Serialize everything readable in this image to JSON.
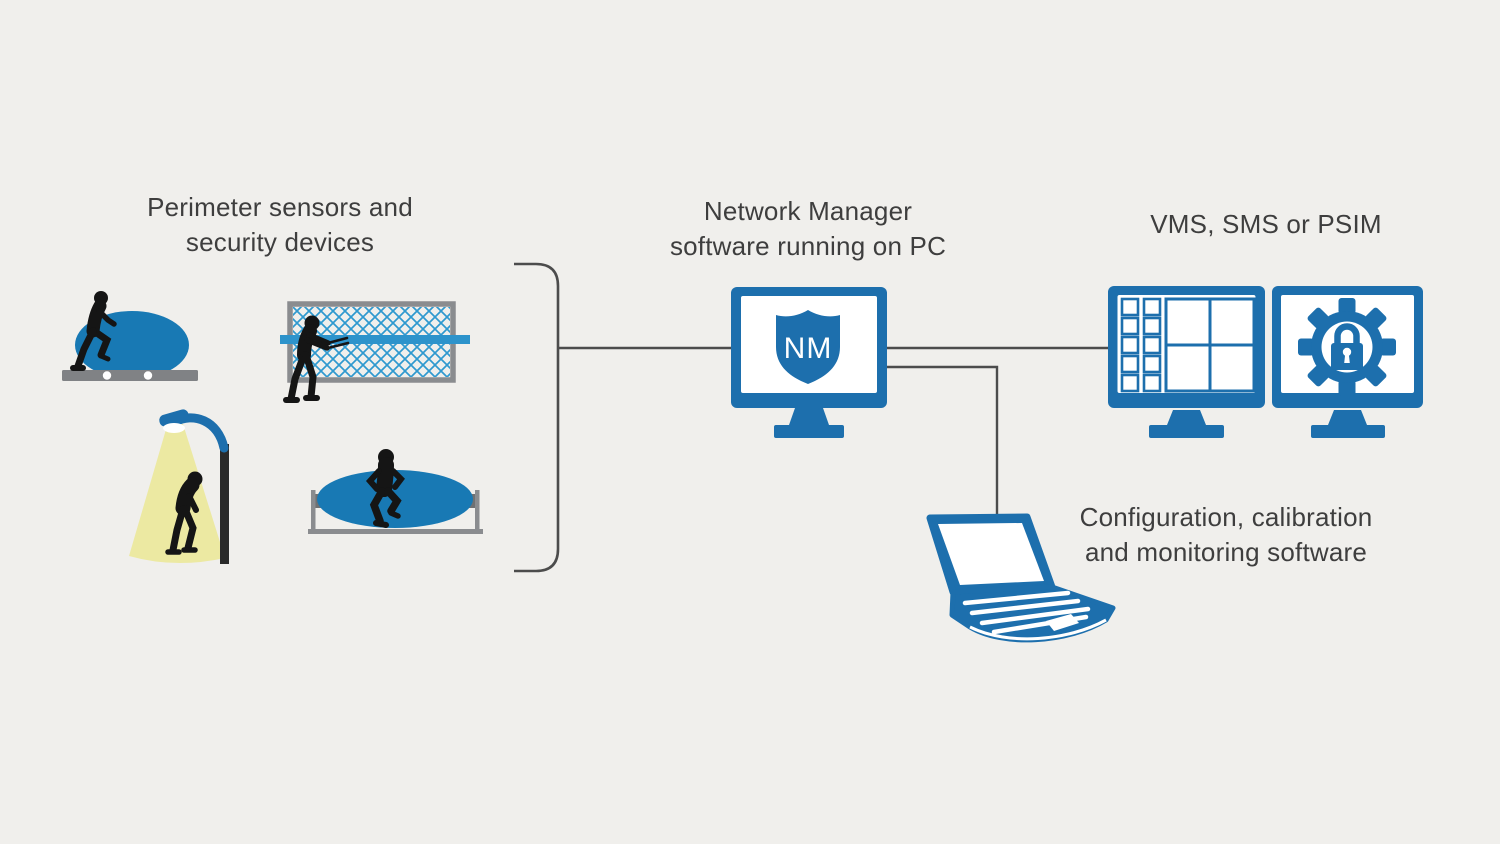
{
  "page": {
    "background": "#f0efec"
  },
  "palette": {
    "accent_blue": "#1d6fad",
    "field_blue": "#1879b4",
    "mesh_blue": "#2f99cf",
    "cone_yellow": "#ece9a2",
    "structure_gray": "#8a8c8f",
    "pole_dark": "#2a2a2a",
    "silhouette_black": "#151515",
    "connector_gray": "#4c4c4c",
    "text_gray": "#3e3e3e"
  },
  "titles": {
    "perimeter": {
      "line1": "Perimeter sensors and",
      "line2": "security devices"
    },
    "network": {
      "line1": "Network Manager",
      "line2": "software running on PC"
    },
    "vms": {
      "line1": "VMS, SMS or PSIM"
    },
    "config": {
      "line1": "Configuration, calibration",
      "line2": "and monitoring software"
    }
  },
  "nm_monitor": {
    "shield_label": "NM"
  },
  "icons": {
    "buried_sensor": "intruder-stepping-over-buried-sensor-field",
    "fence_sensor": "intruder-cutting-fence-with-sensor-cable",
    "street_light": "person-under-security-flood-light",
    "microwave_barrier": "intruder-running-through-microwave-barrier",
    "nm_shield": "shield-with-nm-monogram",
    "vms_wall": "video-management-grid-monitor",
    "psim_gear_lock": "gear-with-padlock-monitor",
    "laptop": "configuration-laptop"
  }
}
